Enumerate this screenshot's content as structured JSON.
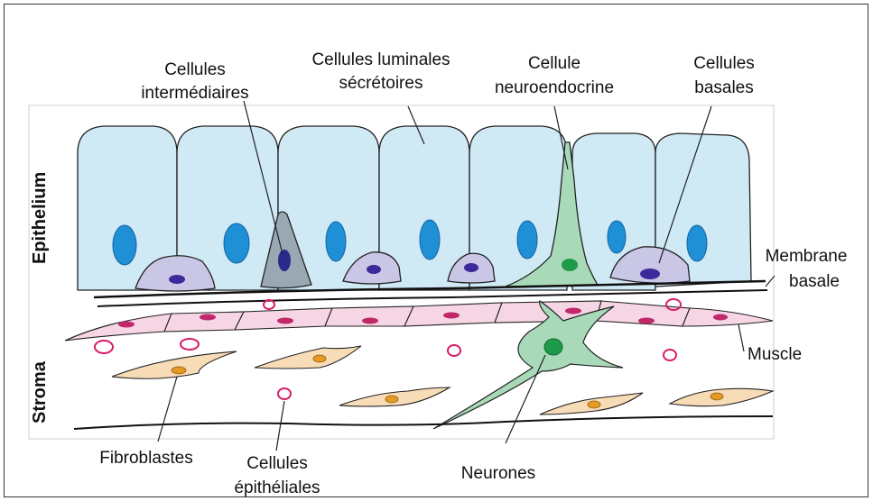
{
  "labels": {
    "intermediaires": [
      "Cellules",
      "intermédiaires"
    ],
    "luminales": [
      "Cellules luminales",
      "sécrétoires"
    ],
    "neuroendocrine": [
      "Cellule",
      "neuroendocrine"
    ],
    "basales": [
      "Cellules",
      "basales"
    ],
    "membrane": [
      "Membrane",
      "basale"
    ],
    "muscle": "Muscle",
    "fibroblastes": "Fibroblastes",
    "epitheliales": [
      "Cellules",
      "épithéliales"
    ],
    "neurones": "Neurones",
    "epithelium": "Epithelium",
    "stroma": "Stroma"
  },
  "colors": {
    "luminal_cell": "#cfe9f5",
    "luminal_nucleus": "#1f8fd6",
    "basal_cell": "#c9c6e6",
    "basal_nucleus": "#3b2a9a",
    "intermediate_cell": "#9aa8b4",
    "intermediate_nucleus": "#2a2a8a",
    "neuro_cell": "#a8d9b8",
    "neuro_nucleus": "#1f9a4a",
    "muscle_cell": "#f6d6e4",
    "muscle_nucleus": "#c0286a",
    "fibroblast": "#f7dcb7",
    "fibroblast_nucleus": "#e59a22",
    "epithelial_ring": "#d81b6a"
  }
}
